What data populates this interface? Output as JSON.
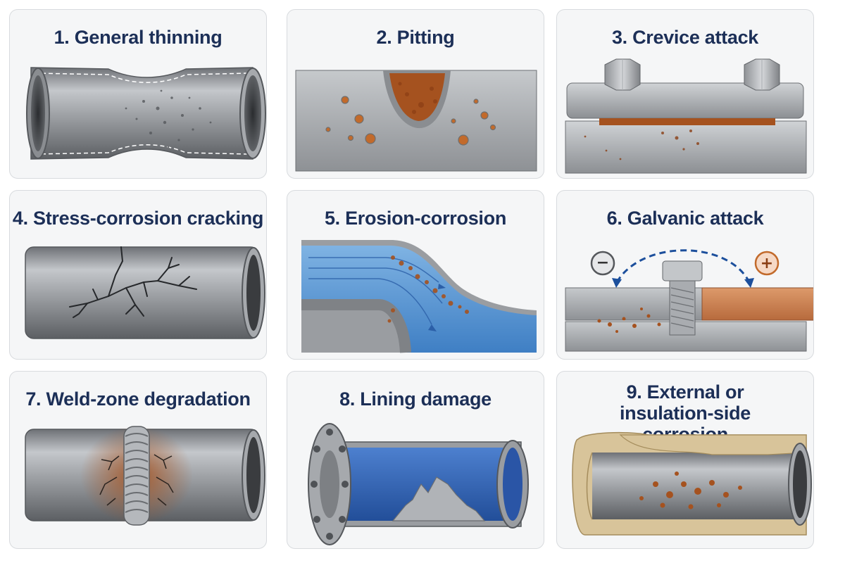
{
  "panels": [
    {
      "title": "1. General thinning"
    },
    {
      "title": "2. Pitting"
    },
    {
      "title": "3. Crevice attack"
    },
    {
      "title": "4. Stress-corrosion cracking"
    },
    {
      "title": "5. Erosion-corrosion"
    },
    {
      "title": "6. Galvanic attack",
      "anode_symbol": "−",
      "cathode_symbol": "+"
    },
    {
      "title": "7. Weld-zone degradation"
    },
    {
      "title": "8. Lining damage"
    },
    {
      "title": "9. External or insulation-side corrosion"
    }
  ],
  "colors": {
    "title": "#1c2f57",
    "steel": "#9a9da1",
    "rust": "#a5521f",
    "water": "#5b9bd5",
    "lining": "#2f63b8",
    "copper": "#c97b4c",
    "insulation": "#d8c49a"
  }
}
